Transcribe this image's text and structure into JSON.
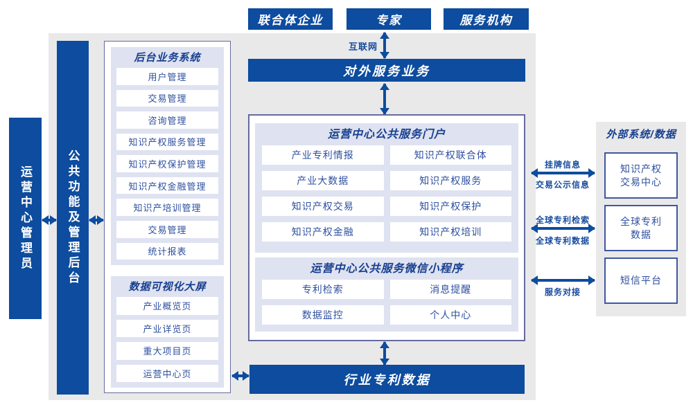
{
  "colors": {
    "primary_blue": "#0d4c9e",
    "panel_gray": "#e9e9ea",
    "group_lavender": "#dfe2f0",
    "box_border": "#646a9e",
    "item_text_blue": "#2e4f9f",
    "header_text_blue": "#163f8f"
  },
  "top_actors": [
    {
      "label": "联合体企业"
    },
    {
      "label": "专家"
    },
    {
      "label": "服务机构"
    }
  ],
  "internet_label": "互联网",
  "external_service_bar": "对外服务业务",
  "industry_patent_bar": "行业专利数据",
  "admin_bar": "运营中心管理员",
  "backend_bar": "公共功能及管理后台",
  "backend_system": {
    "title": "后台业务系统",
    "items": [
      "用户管理",
      "交易管理",
      "咨询管理",
      "知识产权服务管理",
      "知识产权保护管理",
      "知识产权金融管理",
      "知识产培训管理",
      "交易管理",
      "统计报表"
    ]
  },
  "dashboard": {
    "title": "数据可视化大屏",
    "items": [
      "产业概览页",
      "产业详览页",
      "重大项目页",
      "运营中心页"
    ]
  },
  "portal": {
    "title": "运营中心公共服务门户",
    "rows": [
      {
        "left": "产业专利情报",
        "right": "知识产权联合体"
      },
      {
        "left": "产业大数据",
        "right": "知识产权服务"
      },
      {
        "left": "知识产权交易",
        "right": "知识产权保护"
      },
      {
        "left": "知识产权金融",
        "right": "知识产权培训"
      }
    ]
  },
  "miniprogram": {
    "title": "运营中心公共服务微信小程序",
    "rows": [
      {
        "left": "专利检索",
        "right": "消息提醒"
      },
      {
        "left": "数据监控",
        "right": "个人中心"
      }
    ]
  },
  "external_panel": {
    "title": "外部系统/数据",
    "boxes": [
      {
        "line1": "知识产权",
        "line2": "交易中心"
      },
      {
        "line1": "全球专利",
        "line2": "数据"
      },
      {
        "line1": "短信平台",
        "line2": ""
      }
    ]
  },
  "right_links": [
    {
      "above": "挂牌信息",
      "below": "交易公示信息"
    },
    {
      "above": "全球专利检索",
      "below": "全球专利数据"
    },
    {
      "below": "服务对接"
    }
  ]
}
